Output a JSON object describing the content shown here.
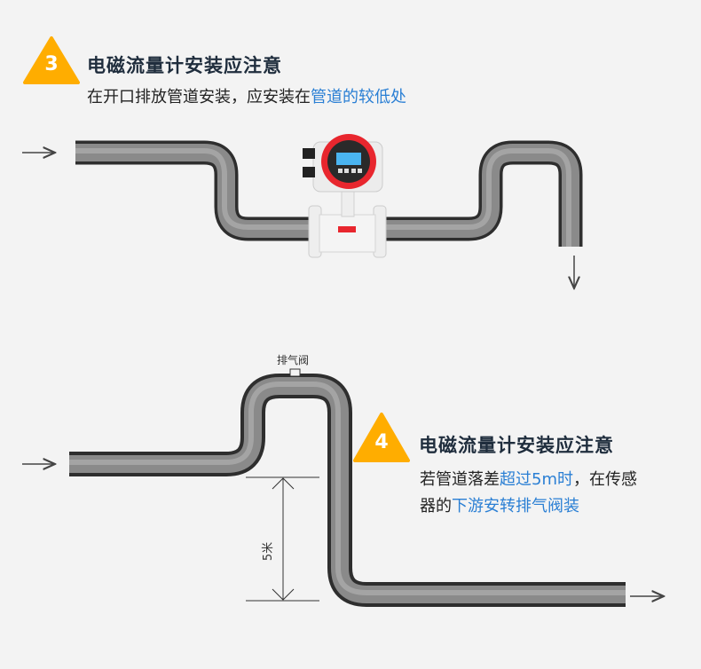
{
  "section3": {
    "number": "3",
    "title": "电磁流量计安装应注意",
    "desc_plain": "在开口排放管道安装，应安装在",
    "desc_highlight": "管道的较低处"
  },
  "section4": {
    "number": "4",
    "title": "电磁流量计安装应注意",
    "line1_plain": "若管道落差",
    "line1_highlight": "超过5m时",
    "line1_tail": "，在传感",
    "line2_plain": "器的",
    "line2_highlight": "下游安转排气阀装"
  },
  "diagram": {
    "valve_label": "排气阀",
    "height_label": "5米"
  },
  "colors": {
    "accent": "#ffad00",
    "highlight": "#2a7fd4",
    "meter_red": "#e8262e"
  }
}
